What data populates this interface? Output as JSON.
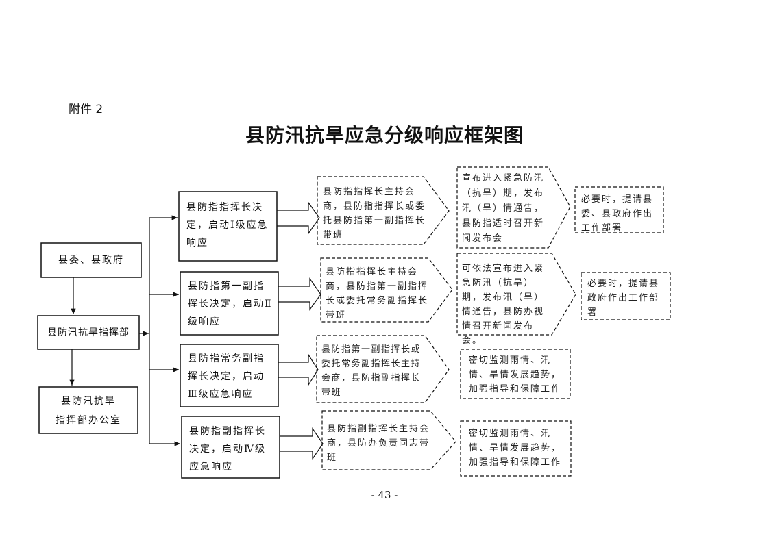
{
  "attachment_label": "附件 2",
  "title": "县防汛抗旱应急分级响应框架图",
  "left_column": {
    "county_government": "县委、县政府",
    "command_hq": "县防汛抗旱指挥部",
    "office_line1": "县防汛抗旱",
    "office_line2": "指挥部办公室"
  },
  "levels": [
    {
      "decision": "县防指指挥长决定，启动Ⅰ级应急响应",
      "meeting": "县防指指挥长主持会商，县防指指挥长或委托县防指第一副指挥长带班",
      "actions": "宣布进入紧急防汛（抗旱）期，发布汛（旱）情通告，县防指适时召开新闻发布会",
      "extra": "必要时，提请县委、县政府作出工作部署"
    },
    {
      "decision": "县防指第一副指挥长决定，启动Ⅱ级响应",
      "meeting": "县防指指挥长主持会商，县防指第一副指挥长或委托常务副指挥长带班",
      "actions": "可依法宣布进入紧急防汛（抗旱）期，发布汛（旱）情通告，县防办视情召开新闻发布会。",
      "extra": "必要时，提请县政府作出工作部署"
    },
    {
      "decision": "县防指常务副指挥长决定，启动Ⅲ级应急响应",
      "meeting": "县防指第一副指挥长或委托常务副指挥长主持会商，县防指副指挥长带班",
      "actions": "密切监测雨情、汛情、旱情发展趋势，加强指导和保障工作"
    },
    {
      "decision": "县防指副指挥长决定，启动Ⅳ级应急响应",
      "meeting": "县防指副指挥长主持会商，县防办负责同志带班",
      "actions": "密切监测雨情、汛情、旱情发展趋势，加强指导和保障工作"
    }
  ],
  "page_number": "- 43 -"
}
